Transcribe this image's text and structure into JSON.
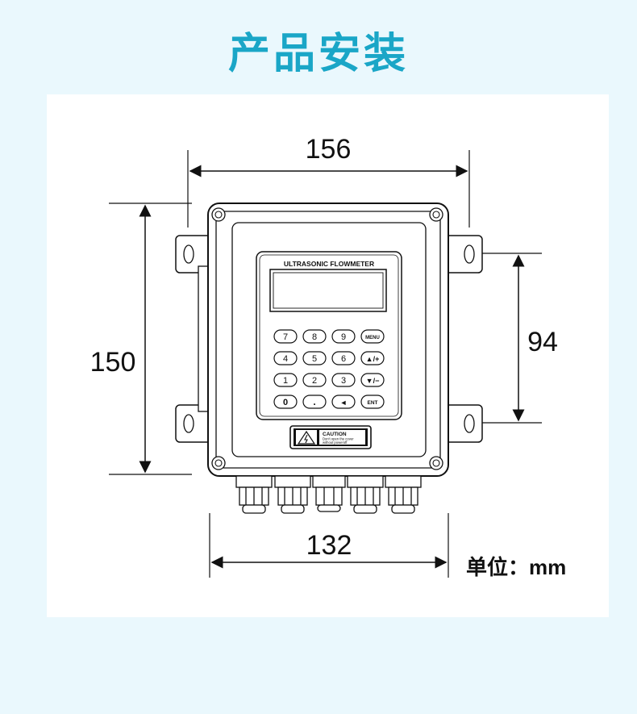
{
  "title": "产品安装",
  "dimensions": {
    "width_top": "156",
    "height_left": "150",
    "height_right": "94",
    "width_bottom": "132",
    "unit": "单位：mm"
  },
  "device": {
    "label": "ULTRASONIC FLOWMETER",
    "keys": [
      "7",
      "8",
      "9",
      "MENU",
      "4",
      "5",
      "6",
      "▲/+",
      "1",
      "2",
      "3",
      "▼/−",
      "0",
      ".",
      "◄",
      "ENT"
    ],
    "caution_title": "CAUTION",
    "caution_line1": "Don't open the cover",
    "caution_line2": "without poweroff"
  }
}
